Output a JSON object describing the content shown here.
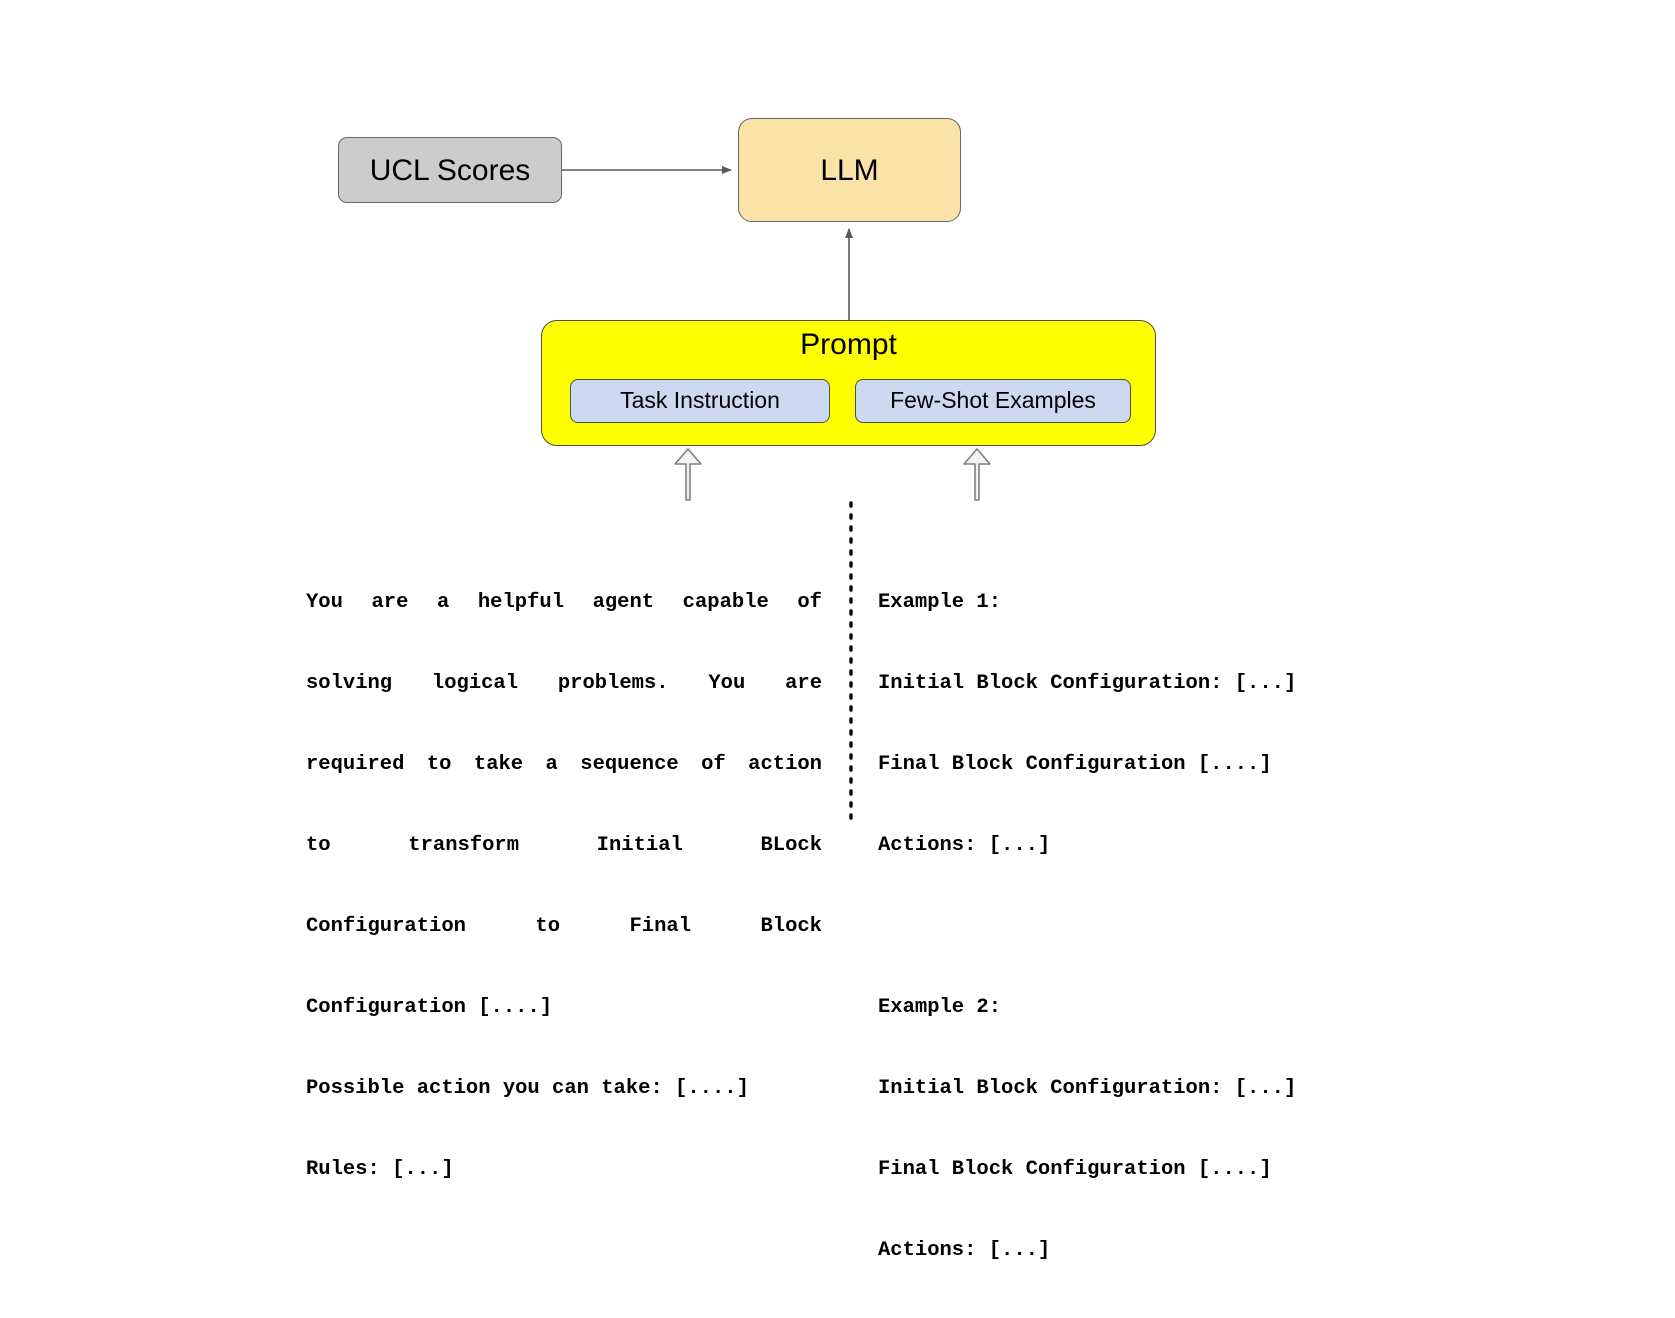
{
  "diagram": {
    "title": "LLM prompting pipeline with UCL scores",
    "nodes": {
      "ucl_scores": "UCL Scores",
      "llm": "LLM",
      "prompt": "Prompt",
      "task_instruction": "Task Instruction",
      "few_shot_examples": "Few-Shot Examples"
    },
    "colors": {
      "ucl_scores_fill": "#cccccc",
      "llm_fill": "#fbe2a7",
      "prompt_fill": "#ffff00",
      "subnode_fill": "#ccd9f0",
      "stroke": "#666666",
      "arrow_fill": "#f2f2f2",
      "text": "#000000"
    },
    "edges": [
      {
        "name": "ucl-to-llm",
        "from": "UCL Scores",
        "to": "LLM",
        "style": "solid-arrow"
      },
      {
        "name": "prompt-to-llm",
        "from": "Prompt",
        "to": "LLM",
        "style": "solid-arrow"
      },
      {
        "name": "task-text-to-task-instruction",
        "from": "Task Instruction text",
        "to": "Task Instruction",
        "style": "block-arrow-up"
      },
      {
        "name": "fewshot-text-to-few-shot",
        "from": "Few-Shot Examples text",
        "to": "Few-Shot Examples",
        "style": "block-arrow-up"
      }
    ],
    "divider": "vertical-dotted-line"
  },
  "task_instruction_text": {
    "lines_justified": [
      "You are a helpful agent capable of",
      "solving logical problems. You are",
      "required to take a sequence of action",
      "to transform Initial BLock",
      "Configuration to Final Block"
    ],
    "lines_plain": [
      "Configuration [....]",
      "Possible action you can take: [....]",
      "Rules: [...]"
    ]
  },
  "few_shot_text": {
    "lines": [
      "Example 1:",
      "Initial Block Configuration: [...]",
      "Final Block Configuration [....]",
      "Actions: [...]",
      "",
      "Example 2:",
      "Initial Block Configuration: [...]",
      "Final Block Configuration [....]",
      "Actions: [...]"
    ]
  }
}
